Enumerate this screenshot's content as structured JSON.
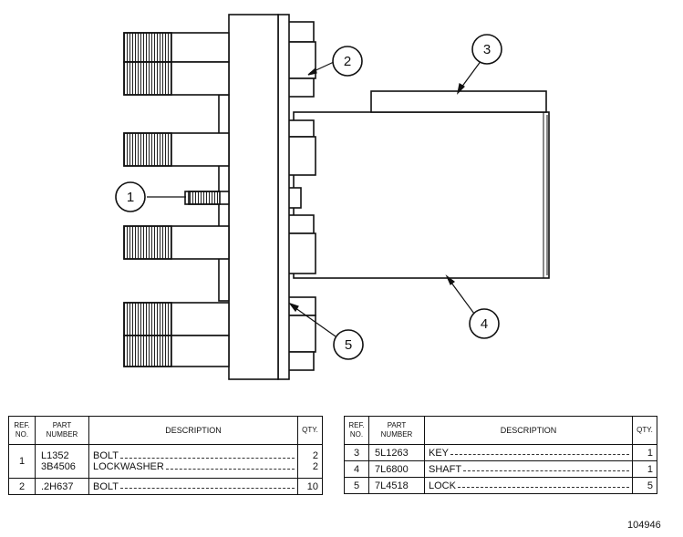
{
  "callouts": [
    "1",
    "2",
    "3",
    "4",
    "5"
  ],
  "table_left": {
    "headers": {
      "ref": "REF. NO.",
      "part": "PART NUMBER",
      "desc": "DESCRIPTION",
      "qty": "QTY."
    },
    "rows": [
      {
        "ref": "1",
        "parts": [
          "L1352",
          "3B4506"
        ],
        "descs": [
          "BOLT",
          "LOCKWASHER"
        ],
        "qtys": [
          "2",
          "2"
        ]
      },
      {
        "ref": "2",
        "part": ".2H637",
        "desc": "BOLT",
        "qty": "10"
      }
    ]
  },
  "table_right": {
    "headers": {
      "ref": "REF. NO.",
      "part": "PART NUMBER",
      "desc": "DESCRIPTION",
      "qty": "QTY."
    },
    "rows": [
      {
        "ref": "3",
        "part": "5L1263",
        "desc": "KEY",
        "qty": "1"
      },
      {
        "ref": "4",
        "part": "7L6800",
        "desc": "SHAFT",
        "qty": "1"
      },
      {
        "ref": "5",
        "part": "7L4518",
        "desc": "LOCK",
        "qty": "5"
      }
    ]
  },
  "drawing_number": "104946"
}
